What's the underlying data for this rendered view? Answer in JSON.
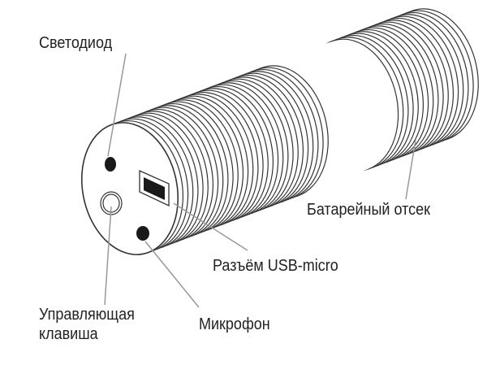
{
  "labels": {
    "led": "Светодиод",
    "battery": "Батарейный отсек",
    "usb": "Разъём USB-micro",
    "button_line1": "Управляющая",
    "button_line2": "клавиша",
    "mic": "Микрофон"
  },
  "colors": {
    "stroke": "#333333",
    "leader": "#999999",
    "hole": "#1a1a1a"
  }
}
